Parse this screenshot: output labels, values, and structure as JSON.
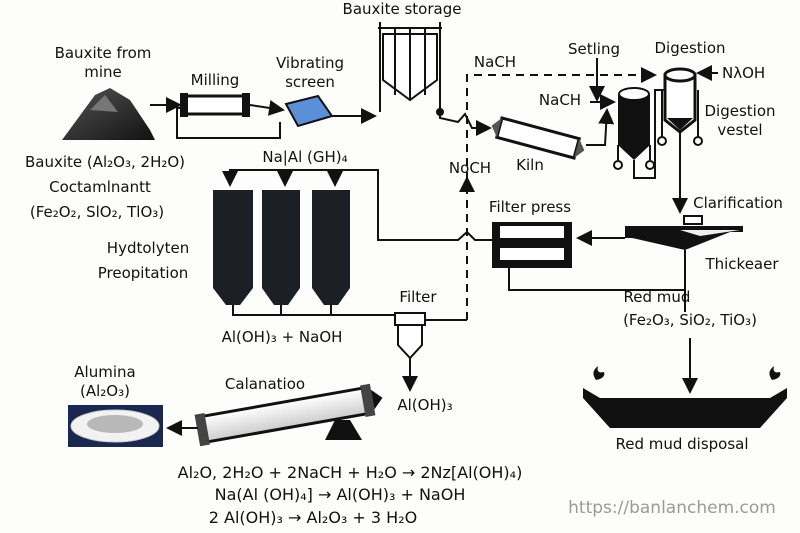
{
  "labels": {
    "bauxite_from_mine": [
      "Bauxite from",
      "mine"
    ],
    "milling": "Milling",
    "vibrating_screen": [
      "Vibrating",
      "screen"
    ],
    "bauxite_storage": "Bauxite storage",
    "naoh_top": "NaCH",
    "settling": "Setling",
    "digestion": "Digestion",
    "naoh_digestion": "NλOH",
    "naoh_settling": "NaCH",
    "digestion_vessel": [
      "Digestion",
      "vestel"
    ],
    "kiln": "Kiln",
    "naoh_return": "NoCH",
    "bauxite_composition": [
      "Bauxite (Al₂O₃, 2H₂O)",
      "Coctamlnantt",
      "(Fe₂O₂, SlO₂, TlO₃)"
    ],
    "sodium_aluminate": "Na|Al (GH)₄",
    "precipitation": [
      "Hydtolyten",
      "Preopitation"
    ],
    "filter_press": "Filter press",
    "clarification": "Clarification",
    "thickener": "Thickeaer",
    "filter": "Filter",
    "precip_products": "Al(OH)₃ + NaOH",
    "red_mud": "Red mud",
    "red_mud_composition": "(Fe₂O₃, SiO₂, TiO₃)",
    "alumina": [
      "Alumina",
      "(Al₂O₃)"
    ],
    "calcination": "Calanatioo",
    "aluminium_hydroxide": "Al(OH)₃",
    "red_mud_disposal": "Red mud disposal"
  },
  "equations": [
    "Al₂O, 2H₂O + 2NaCH + H₂O → 2Nz[Al(OH)₄)",
    "Na(Al (OH)₄] → Al(OH)₃ + NaOH",
    "2 Al(OH)₃ → Al₂O₃ + 3 H₂O"
  ],
  "watermark": "https://banlanchem.com"
}
